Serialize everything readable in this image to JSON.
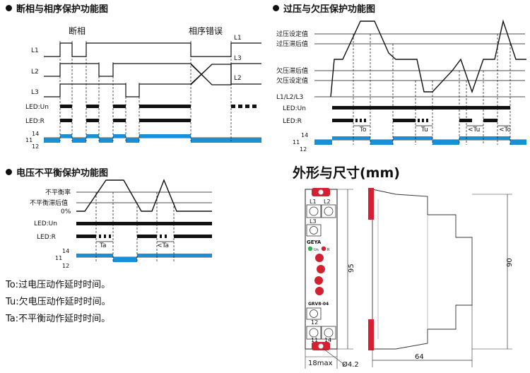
{
  "titles": {
    "phase": "断相与相序保护功能图",
    "voltage": "过压与欠压保护功能图",
    "unbalance": "电压不平衡保护功能图",
    "dims": "外形与尺寸(mm)"
  },
  "phase_diagram": {
    "section_labels": [
      "断相",
      "相序错误"
    ],
    "rows": [
      "L1",
      "L2",
      "L3",
      "LED:Un",
      "LED:R",
      "14",
      "11",
      "12"
    ],
    "right_labels": [
      "L1",
      "L3",
      "L2"
    ]
  },
  "voltage_diagram": {
    "levels": [
      "过压设定值",
      "过压滞后值",
      "欠压滞后值",
      "欠压设定值",
      "L1/L2/L3"
    ],
    "rows": [
      "LED:Un",
      "LED:R",
      "14",
      "11",
      "12"
    ],
    "delays": [
      "To",
      "Tu",
      "<Tu",
      "<To"
    ]
  },
  "unbalance_diagram": {
    "levels": [
      "不平衡率",
      "不平衡滞后值",
      "0%"
    ],
    "rows": [
      "LED:Un",
      "LED:R",
      "14",
      "11",
      "12"
    ],
    "delays": [
      "Ta",
      "<Ta"
    ]
  },
  "notes": [
    "To:过电压动作延时时间。",
    "Tu:欠电压动作延时时间。",
    "Ta:不平衡动作延时时间。"
  ],
  "device": {
    "terminals_top": [
      "L1",
      "L2",
      "L3"
    ],
    "brand": "GEYA",
    "leds": [
      "Un",
      "R"
    ],
    "model": "GRV8-04",
    "terminals_bottom": [
      "12",
      "11",
      "14"
    ],
    "dims": {
      "height": "95",
      "depth_height": "90",
      "width": "18max",
      "hole": "Ø4.2",
      "depth": "64"
    }
  },
  "colors": {
    "relay": "#1a8fd6",
    "led_bar": "#111111",
    "panel_red": "#d42030"
  }
}
